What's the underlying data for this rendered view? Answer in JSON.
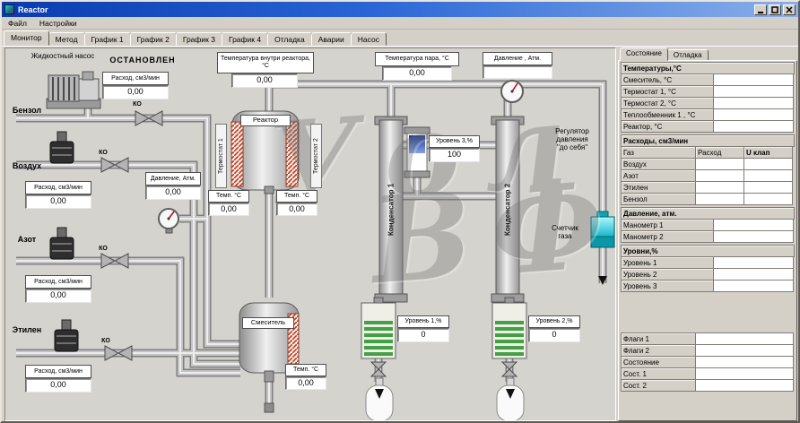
{
  "window": {
    "title": "Reactor"
  },
  "menu": {
    "items": [
      "Файл",
      "Настройки"
    ]
  },
  "tabs": [
    "Монитор",
    "Метод",
    "График 1",
    "График 2",
    "График 3",
    "График 4",
    "Отладка",
    "Аварии",
    "Насос"
  ],
  "diagram": {
    "pump_title": "Жидкостный насос",
    "pump_status": "ОСТАНОВЛЕН",
    "flow_label": "Расход, см3/мин",
    "pump_flow": "0,00",
    "benzol": "Бензол",
    "air": "Воздух",
    "azot": "Азот",
    "ethylene": "Этилен",
    "air_flow": "0,00",
    "azot_flow": "0,00",
    "ethylene_flow": "0,00",
    "ko": "КО",
    "pressure_label": "Давление, Атм.",
    "pressure_value": "0,00",
    "reactor_temp_label": "Температура внутри реактора, °C",
    "reactor_temp_value": "0,00",
    "reactor": "Реактор",
    "thermostat1": "Термостат 1",
    "thermostat2": "Термостат 2",
    "temp_label": "Темп. °C",
    "reactor_t1": "0,00",
    "reactor_t2": "0,00",
    "mixer_temp_value": "0,00",
    "steam_temp_label": "Температура пара, °C",
    "steam_temp_value": "0,00",
    "pressure2_label": "Давление , Атм.",
    "pressure2_value": "",
    "condenser1": "Конденсатор 1",
    "condenser2": "Конденсатор 2",
    "level3_label": "Уровень 3,%",
    "level3_value": "100",
    "regulator_line1": "Регулятор",
    "regulator_line2": "давления",
    "regulator_line3": "\"до себя\"",
    "counter_line1": "Счетчик",
    "counter_line2": "газа",
    "mixer": "Смеситель",
    "level1_label": "Уровень 1,%",
    "level1_value": "0",
    "level2_label": "Уровень 2,%",
    "level2_value": "0"
  },
  "watermark": {
    "line1": "Уол",
    "line2": "ВФК"
  },
  "panel": {
    "tabs": [
      "Состояние",
      "Отладка"
    ],
    "temps_header": "Температуры,°C",
    "temps": [
      "Смеситель, °C",
      "Термостат 1, °C",
      "Термостат 2, °C",
      "Теплообменник 1 , °C",
      "Реактор, °C"
    ],
    "flows_header": "Расходы, см3/мин",
    "flows_cols": [
      "Газ",
      "Расход",
      "U клап"
    ],
    "flows": [
      "Воздух",
      "Азот",
      "Этилен",
      "Бензол"
    ],
    "pressure_header": "Давление, атм.",
    "pressures": [
      "Манометр 1",
      "Манометр 2"
    ],
    "levels_header": "Уровни,%",
    "levels": [
      "Уровень 1",
      "Уровень 2",
      "Уровень 3"
    ],
    "footer": [
      "Флаги 1",
      "Флаги 2",
      "Состояние",
      "Сост. 1",
      "Сост. 2"
    ]
  }
}
